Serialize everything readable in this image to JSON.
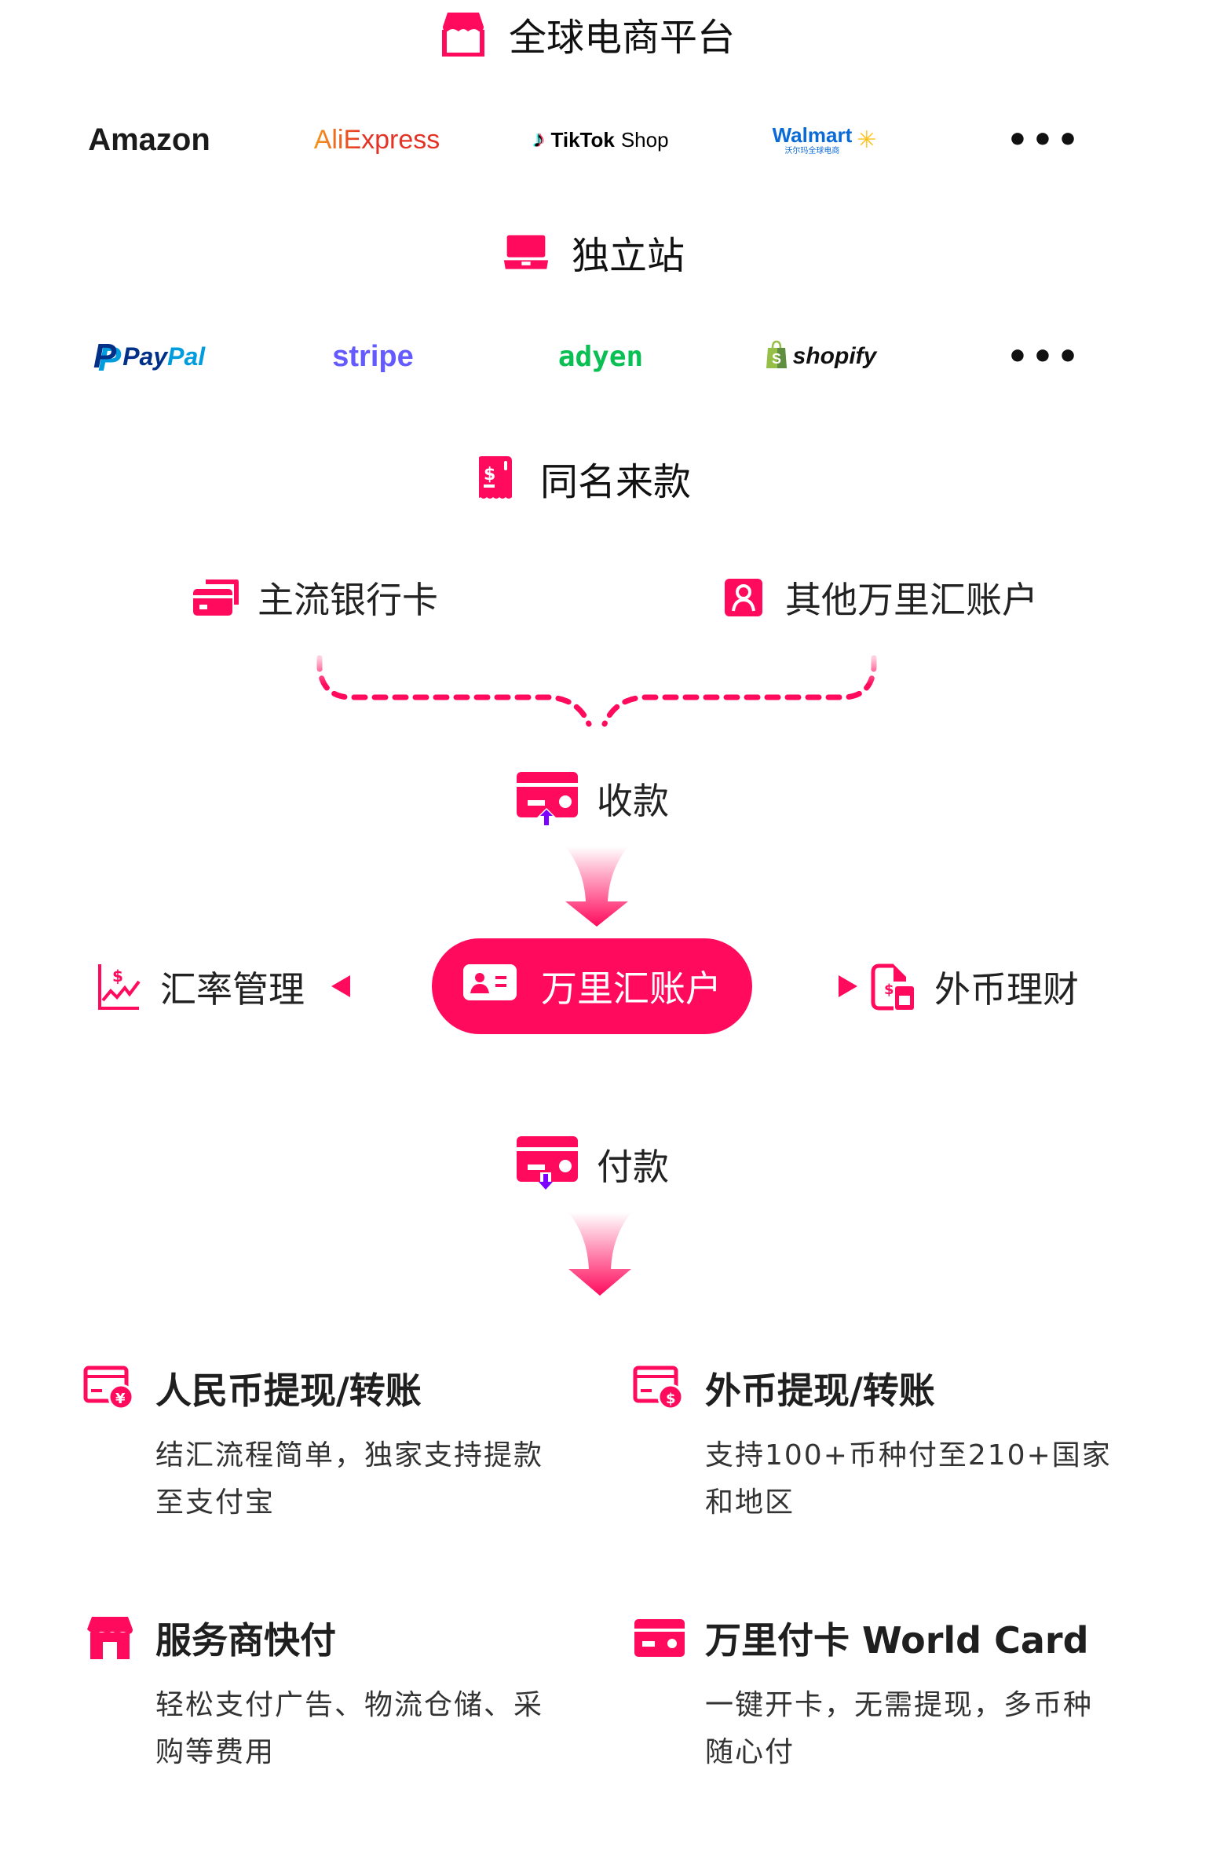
{
  "colors": {
    "brand": "#ff0a5c",
    "accent_purple": "#7b00ff",
    "text": "#222222"
  },
  "sections": {
    "ecommerce": {
      "title": "全球电商平台",
      "icon": "storefront-icon",
      "logos": [
        {
          "name": "Amazon",
          "text": "Amazon"
        },
        {
          "name": "AliExpress",
          "text": "AliExpress"
        },
        {
          "name": "TikTok Shop",
          "text_bold": "TikTok",
          "text_light": "Shop"
        },
        {
          "name": "Walmart",
          "text": "Walmart",
          "subtext": "沃尔玛全球电商"
        },
        {
          "name": "more",
          "text": "•••"
        }
      ]
    },
    "independent": {
      "title": "独立站",
      "icon": "laptop-icon",
      "logos": [
        {
          "name": "PayPal",
          "text_a": "Pay",
          "text_b": "Pal"
        },
        {
          "name": "stripe",
          "text": "stripe"
        },
        {
          "name": "adyen",
          "text": "adyen"
        },
        {
          "name": "shopify",
          "text": "shopify"
        },
        {
          "name": "more",
          "text": "•••"
        }
      ]
    },
    "same_name": {
      "title": "同名来款",
      "icon": "receipt-dollar-icon"
    }
  },
  "flow": {
    "sources": [
      {
        "label": "主流银行卡",
        "icon": "bank-card-icon"
      },
      {
        "label": "其他万里汇账户",
        "icon": "user-account-icon"
      }
    ],
    "receive": {
      "label": "收款",
      "icon": "card-receive-icon"
    },
    "center": {
      "label": "万里汇账户",
      "icon": "id-card-icon"
    },
    "left": {
      "label": "汇率管理",
      "icon": "exchange-chart-icon"
    },
    "right": {
      "label": "外币理财",
      "icon": "finance-doc-icon"
    },
    "pay": {
      "label": "付款",
      "icon": "card-pay-icon"
    }
  },
  "features": [
    {
      "title": "人民币提现/转账",
      "desc": "结汇流程简单，独家支持提款至支付宝",
      "icon": "card-yuan-icon"
    },
    {
      "title": "外币提现/转账",
      "desc": "支持100+币种付至210+国家和地区",
      "icon": "card-dollar-icon"
    },
    {
      "title": "服务商快付",
      "desc": "轻松支付广告、物流仓储、采购等费用",
      "icon": "shop-icon"
    },
    {
      "title": "万里付卡 World Card",
      "desc": "一键开卡，无需提现，多币种随心付",
      "icon": "world-card-icon"
    }
  ]
}
